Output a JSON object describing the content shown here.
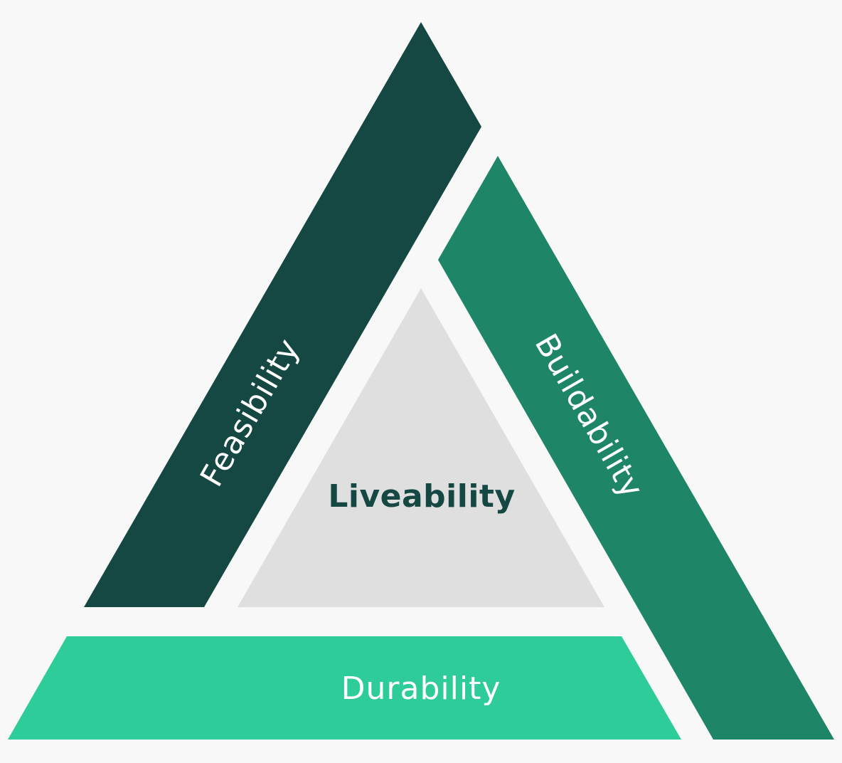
{
  "diagram": {
    "center": {
      "label": "Liveability",
      "fill": "#dfdfdf",
      "text_color": "#154843"
    },
    "left": {
      "label": "Feasibility",
      "fill": "#154843"
    },
    "right": {
      "label": "Buildability",
      "fill": "#1f8567"
    },
    "bottom": {
      "label": "Durability",
      "fill": "#2ecc98"
    },
    "background": "#f8f8f8"
  }
}
